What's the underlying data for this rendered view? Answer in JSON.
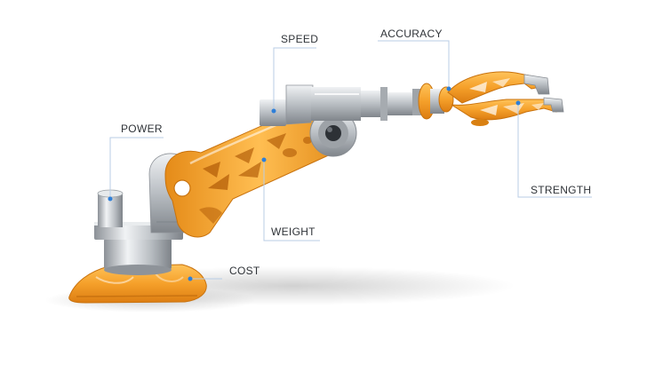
{
  "labels": {
    "speed": "SPEED",
    "accuracy": "ACCURACY",
    "power": "POWER",
    "strength": "STRENGTH",
    "weight": "WEIGHT",
    "cost": "COST"
  },
  "colors": {
    "orange": "#f5a02a",
    "orange_dark": "#d97f12",
    "metal": "#c9cdd1",
    "callout_line": "#b8cde6",
    "callout_dot": "#2e7fd8",
    "text": "#2f3338"
  }
}
